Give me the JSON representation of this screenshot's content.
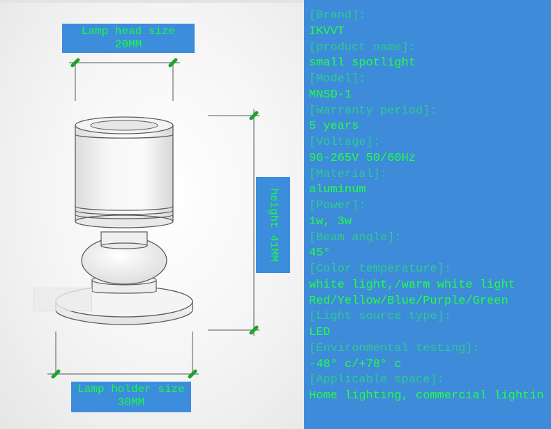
{
  "labels": {
    "lamp_head": {
      "title": "Lamp head size",
      "value": "20MM"
    },
    "lamp_holder": {
      "title": "Lamp holder size",
      "value": "30MM"
    },
    "height": {
      "text": "height 41MM"
    }
  },
  "specs": [
    {
      "key": "[Brand]:",
      "value": "IKVVT"
    },
    {
      "key": "[product name]:",
      "value": "small spotlight"
    },
    {
      "key": "[Model]:",
      "value": "MNSD-1"
    },
    {
      "key": "[Warranty period]:",
      "value": "5 years"
    },
    {
      "key": "[Voltage]:",
      "value": "90-265V 50/60Hz"
    },
    {
      "key": "[Material]:",
      "value": "aluminum"
    },
    {
      "key": "[Power]:",
      "value": "1w, 3w"
    },
    {
      "key": "[Beam angle]:",
      "value": "45°"
    },
    {
      "key": "[Color temperature]:",
      "value": "white light,/warm white light"
    },
    {
      "key": "",
      "value": "Red/Yellow/Blue/Purple/Green"
    },
    {
      "key": "[Light source type]:",
      "value": "LED"
    },
    {
      "key": "[Environmental testing]:",
      "value": "-48° c/+78° c"
    },
    {
      "key": "[Applicable space]:",
      "value": "Home lighting, commercial lightin"
    }
  ],
  "colors": {
    "panel_blue": "#3d8bd9",
    "label_blue": "#3c8ddc",
    "text_green": "#22ff44",
    "marker_green": "#1fa32a"
  }
}
